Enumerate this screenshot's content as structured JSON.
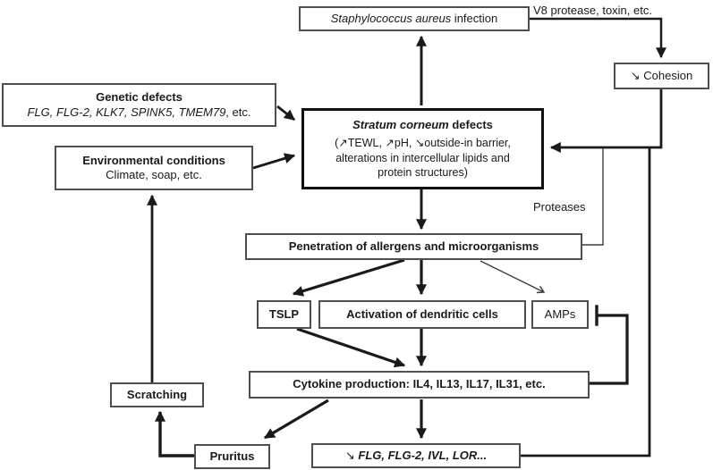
{
  "diagram": {
    "staph_box": {
      "species_italic": "Staphylococcus aureus",
      "rest": " infection"
    },
    "v8_label": "V8 protease, toxin, etc.",
    "cohesion_box": {
      "label": "↘ Cohesion"
    },
    "genetic_box": {
      "title": "Genetic defects",
      "genes_italic": "FLG, FLG-2, KLK7, SPINK5, TMEM79",
      "suffix": ", etc."
    },
    "environment_box": {
      "title": "Environmental conditions",
      "subtitle": "Climate, soap, etc."
    },
    "stratum_box": {
      "title_italic": "Stratum corneum",
      "title_rest": " defects",
      "body_line1": "(↗TEWL, ↗pH, ↘outside-in barrier,",
      "body_line2": "alterations in intercellular lipids and",
      "body_line3": "protein structures)"
    },
    "proteases_label": "Proteases",
    "penetration_box": {
      "label": "Penetration of allergens and microorganisms"
    },
    "tslp_box": {
      "label": "TSLP"
    },
    "dendritic_box": {
      "label": "Activation of dendritic cells"
    },
    "amps_box": {
      "label": "AMPs"
    },
    "cytokine_box": {
      "label": "Cytokine production: IL4, IL13, IL17, IL31, etc."
    },
    "flg_box": {
      "arrow": "↘ ",
      "genes_bold_italic": "FLG, FLG-2, IVL, LOR..."
    },
    "scratching_box": {
      "label": "Scratching"
    },
    "pruritus_box": {
      "label": "Pruritus"
    }
  },
  "colors": {
    "line": "#1a1a1a",
    "thin_line": "#3d3d3d",
    "box_border": "#4f4f4f",
    "thick_box_border": "#111111",
    "text": "#1a1a1a",
    "background": "#ffffff"
  }
}
